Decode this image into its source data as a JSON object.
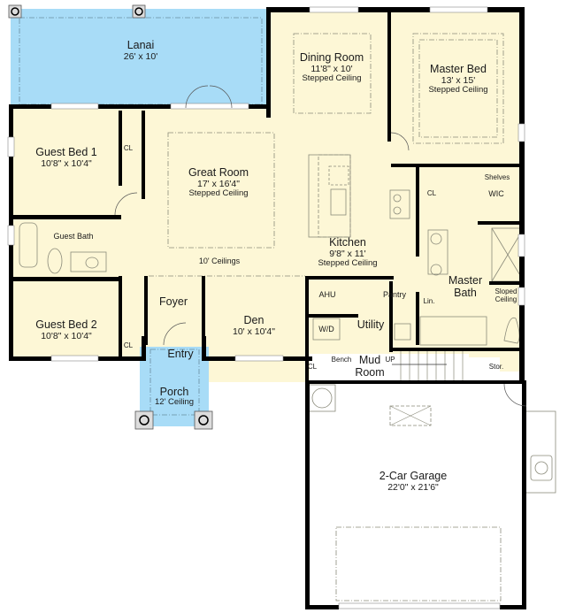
{
  "plan": {
    "colors": {
      "interior": "#fdf7d6",
      "covered_outdoor": "#a8dcf7",
      "garage": "#ffffff",
      "wall": "#000000",
      "dash": "#8a8a7a",
      "text": "#1a1a1a"
    },
    "rooms": {
      "lanai": {
        "name": "Lanai",
        "dims": "26' x 10'"
      },
      "dining": {
        "name": "Dining Room",
        "dims": "11'8\" x 10'",
        "ceiling": "Stepped Ceiling"
      },
      "master_bed": {
        "name": "Master Bed",
        "dims": "13' x 15'",
        "ceiling": "Stepped Ceiling"
      },
      "guest_bed_1": {
        "name": "Guest Bed 1",
        "dims": "10'8\" x 10'4\""
      },
      "great_room": {
        "name": "Great Room",
        "dims": "17' x 16'4\"",
        "ceiling": "Stepped Ceiling"
      },
      "guest_bath": {
        "name": "Guest Bath"
      },
      "kitchen": {
        "name": "Kitchen",
        "dims": "9'8\" x 11'",
        "ceiling": "Stepped Ceiling"
      },
      "great_room_note": "10' Ceilings",
      "guest_bed_2": {
        "name": "Guest Bed 2",
        "dims": "10'8\" x 10'4\""
      },
      "foyer": {
        "name": "Foyer"
      },
      "den": {
        "name": "Den",
        "dims": "10' x 10'4\""
      },
      "entry": {
        "name": "Entry"
      },
      "porch": {
        "name": "Porch",
        "ceiling": "12' Ceiling"
      },
      "ahu": {
        "name": "AHU"
      },
      "pantry": {
        "name": "Pantry"
      },
      "utility": {
        "name": "Utility"
      },
      "wd": {
        "name": "W/D"
      },
      "bench": {
        "name": "Bench"
      },
      "mud_room": {
        "name": "Mud",
        "name2": "Room"
      },
      "up": "UP",
      "master_bath": {
        "name": "Master",
        "name2": "Bath"
      },
      "linen": {
        "name": "Lin."
      },
      "sloped": {
        "line1": "Sloped",
        "line2": "Ceiling"
      },
      "wic": {
        "name": "WIC",
        "shelves": "Shelves"
      },
      "storage": {
        "name": "Stor."
      },
      "garage": {
        "name": "2-Car Garage",
        "dims": "22'0\" x 21'6\""
      },
      "closet": "CL"
    }
  }
}
